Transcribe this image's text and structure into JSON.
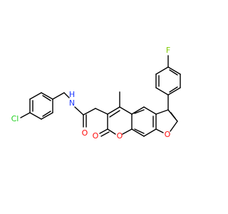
{
  "diagram": {
    "colors": {
      "bond": "#000000",
      "carbon": "#000000",
      "oxygen": "#ff0d0d",
      "nitrogen": "#1f3bff",
      "chlorine": "#1fd01f",
      "fluorine": "#7fcc00"
    },
    "labels": {
      "cl": "Cl",
      "nh_n": "N",
      "nh_h": "H",
      "amide_o": "O",
      "lactone_ring_o": "O",
      "lactone_carbonyl_o": "O",
      "furan_o": "O",
      "f": "F"
    }
  }
}
